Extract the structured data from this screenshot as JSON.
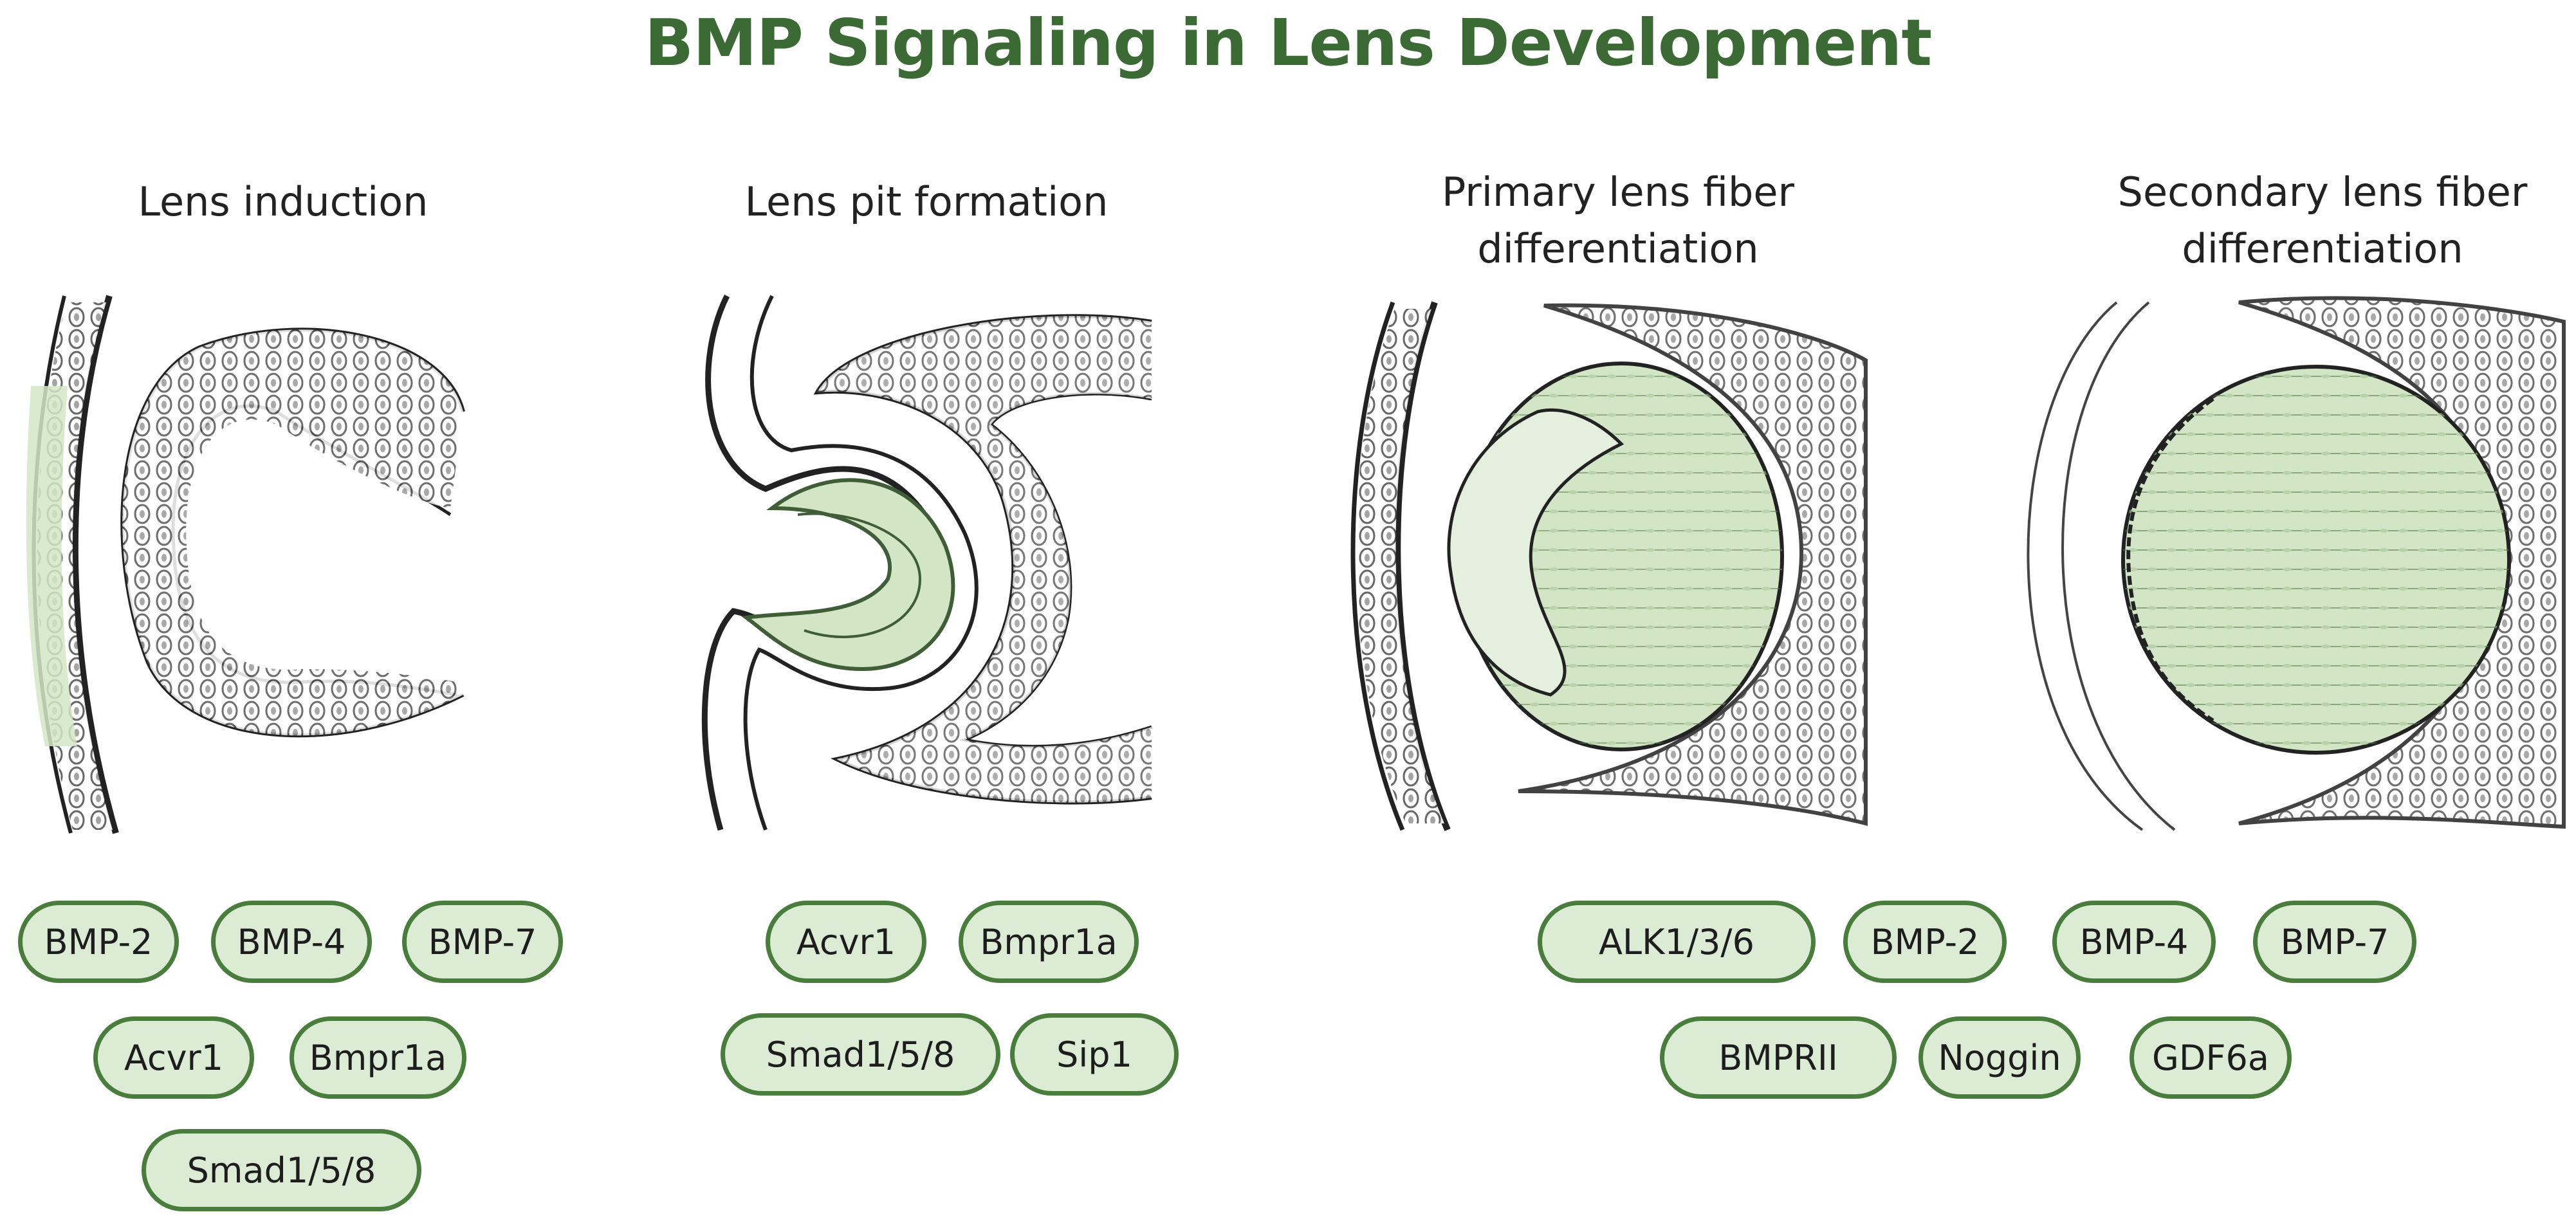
{
  "title": "BMP Signaling in Lens Development",
  "stages": [
    {
      "title_lines": [
        "Lens induction"
      ],
      "labels": [
        "BMP-2",
        "BMP-4",
        "BMP-7",
        "Acvr1",
        "Bmpr1a",
        "Smad1/5/8"
      ]
    },
    {
      "title_lines": [
        "Lens pit formation"
      ],
      "labels": [
        "Acvr1",
        "Bmpr1a",
        "Smad1/5/8",
        "Sip1"
      ]
    },
    {
      "title_lines": [
        "Primary lens fiber",
        "differentiation"
      ],
      "labels": []
    },
    {
      "title_lines": [
        "Secondary lens fiber",
        "differentiation"
      ],
      "labels": []
    }
  ],
  "shared_labels": [
    "ALK1/3/6",
    "BMP-2",
    "BMP-4",
    "BMP-7",
    "BMPRII",
    "Noggin",
    "GDF6a"
  ],
  "colors": {
    "title": "#3c6a35",
    "pill_fill": "#dcebd4",
    "pill_border": "#497d3c",
    "tissue_highlight": "#d2e6c6"
  }
}
